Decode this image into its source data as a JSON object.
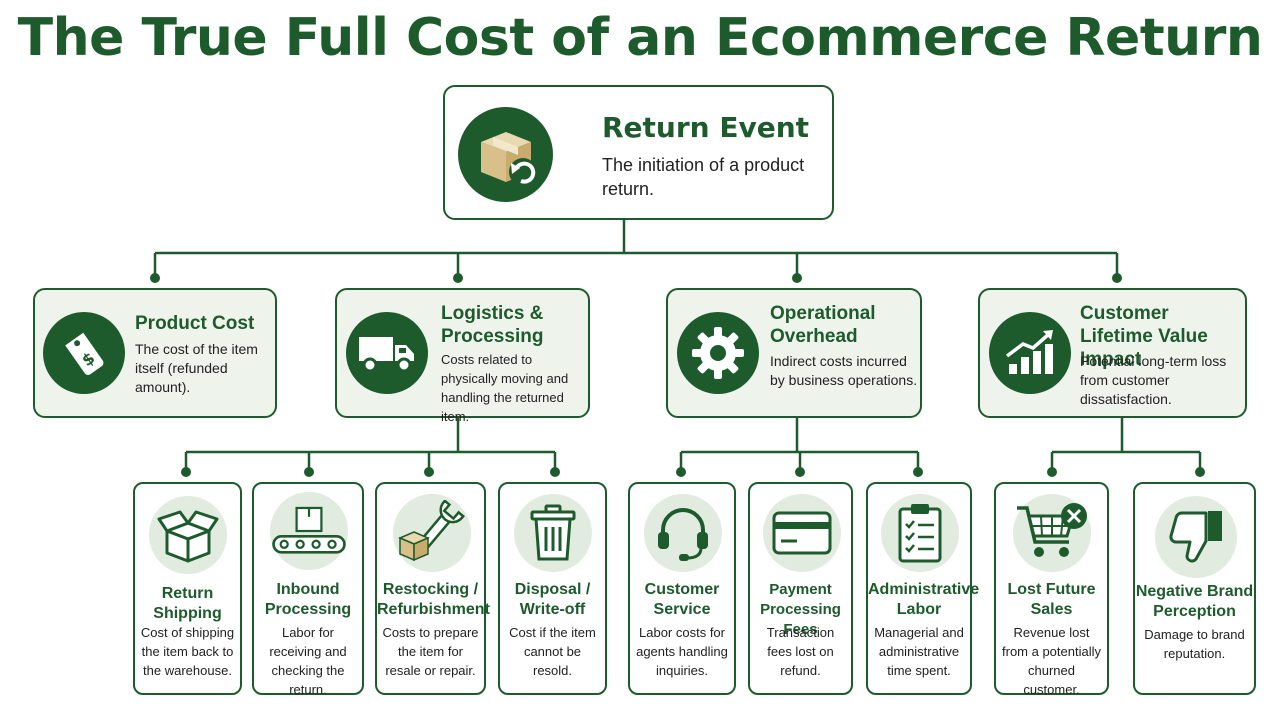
{
  "title": "The True Full Cost of an Ecommerce Return",
  "root": {
    "title": "Return Event",
    "desc": "The initiation of a product return.",
    "icon": "box-return-icon"
  },
  "categories": [
    {
      "title": "Product Cost",
      "desc": "The cost of the item itself (refunded amount).",
      "icon": "price-tag-icon"
    },
    {
      "title": "Logistics & Processing",
      "desc": "Costs related to physically moving and handling the returned item.",
      "icon": "truck-icon"
    },
    {
      "title": "Operational Overhead",
      "desc": "Indirect costs incurred by business operations.",
      "icon": "gear-icon"
    },
    {
      "title": "Customer Lifetime Value Impact",
      "desc": "Potential long-term loss from customer dissatisfaction.",
      "icon": "growth-chart-icon"
    }
  ],
  "leaves": [
    {
      "title": "Return Shipping",
      "desc": "Cost of shipping the item back to the warehouse.",
      "icon": "open-box-icon"
    },
    {
      "title": "Inbound Processing",
      "desc": "Labor for receiving and checking the return.",
      "icon": "conveyor-icon"
    },
    {
      "title": "Restocking / Refurbishment",
      "desc": "Costs to prepare the item for resale or repair.",
      "icon": "wrench-box-icon"
    },
    {
      "title": "Disposal / Write-off",
      "desc": "Cost if the item cannot be resold.",
      "icon": "trash-icon"
    },
    {
      "title": "Customer Service",
      "desc": "Labor costs for agents handling inquiries.",
      "icon": "headset-icon"
    },
    {
      "title": "Payment Processing Fees",
      "desc": "Transaction fees lost on refund.",
      "icon": "credit-card-icon"
    },
    {
      "title": "Administrative Labor",
      "desc": "Managerial and administrative time spent.",
      "icon": "clipboard-icon"
    },
    {
      "title": "Lost Future Sales",
      "desc": "Revenue lost from a potentially churned customer.",
      "icon": "cart-cancel-icon"
    },
    {
      "title": "Negative Brand Perception",
      "desc": "Damage to brand reputation.",
      "icon": "thumbs-down-icon"
    }
  ]
}
